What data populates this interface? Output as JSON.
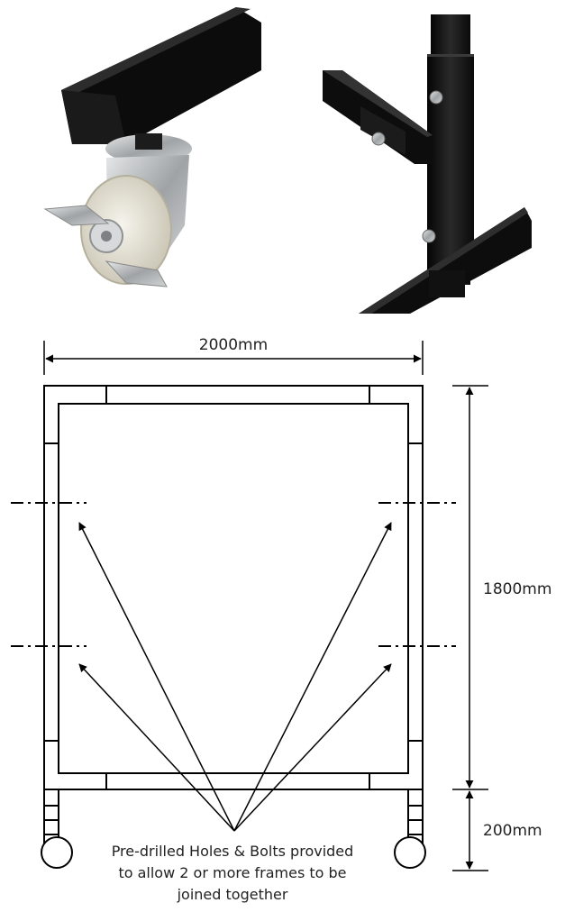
{
  "photos": {
    "left": "castor-wheel-photo",
    "right": "frame-joint-bolts-photo"
  },
  "dimensions": {
    "width": "2000mm",
    "height": "1800mm",
    "leg_height": "200mm"
  },
  "callout": {
    "line1": "Pre-drilled Holes & Bolts provided",
    "line2": "to allow 2 or more frames to be",
    "line3": "joined together"
  },
  "colors": {
    "frame_black": "#111111",
    "castor_metal": "#b9bcbd",
    "wheel_white": "#e9e6da",
    "line": "#000000",
    "text": "#222222"
  }
}
